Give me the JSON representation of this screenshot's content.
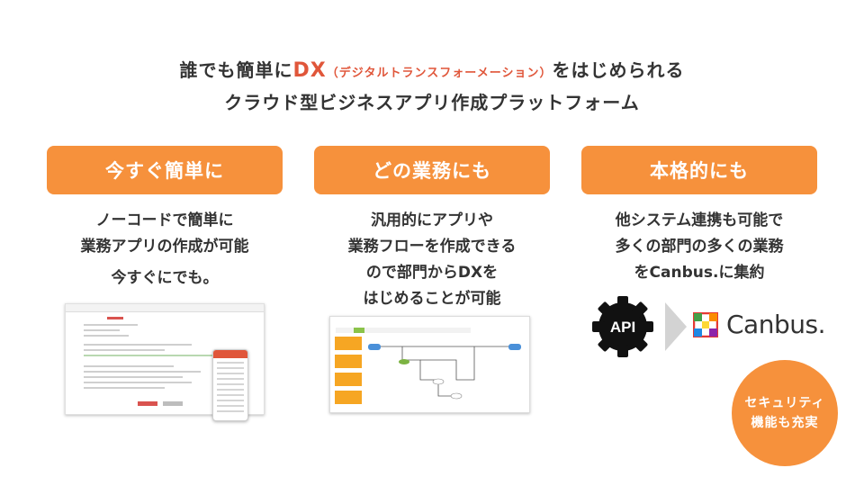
{
  "headline": {
    "line1_pre": "誰でも簡単に",
    "line1_dx": "DX",
    "line1_note": "（デジタルトランスフォーメーション）",
    "line1_post": "をはじめられる",
    "line2": "クラウド型ビジネスアプリ作成プラットフォーム"
  },
  "columns": [
    {
      "title": "今すぐ簡単に",
      "lines": [
        "ノーコードで簡単に",
        "業務アプリの作成が可能",
        "今すぐにでも。"
      ]
    },
    {
      "title": "どの業務にも",
      "lines": [
        "汎用的にアプリや",
        "業務フローを作成できる",
        "ので部門からDXを",
        "はじめることが可能"
      ]
    },
    {
      "title": "本格的にも",
      "lines": [
        "他システム連携も可能で",
        "多くの部門の多くの業務",
        "をCanbus.に集約"
      ]
    }
  ],
  "integration": {
    "api_label": "API",
    "brand_name": "Canbus.",
    "gear_icon": "gear-icon",
    "arrow_icon": "chevron-right-icon"
  },
  "badge": {
    "line1": "セキュリティ",
    "line2": "機能も充実"
  },
  "colors": {
    "accent": "#f6913c",
    "dx_red": "#e0563a",
    "text": "#333333"
  }
}
